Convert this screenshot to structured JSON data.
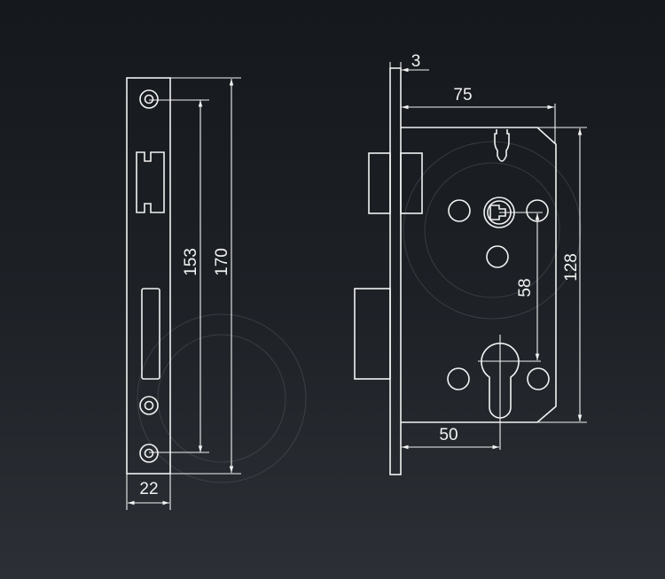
{
  "faceplate_view": {
    "dimensions": {
      "screw_spacing": "153",
      "plate_length": "170",
      "plate_width": "22"
    }
  },
  "lock_body_view": {
    "dimensions": {
      "plate_thickness": "3",
      "body_depth": "75",
      "body_height": "128",
      "center_distance": "58",
      "backset": "50"
    }
  },
  "colors": {
    "line": "#f2f2f2",
    "background": "#1d2126"
  }
}
